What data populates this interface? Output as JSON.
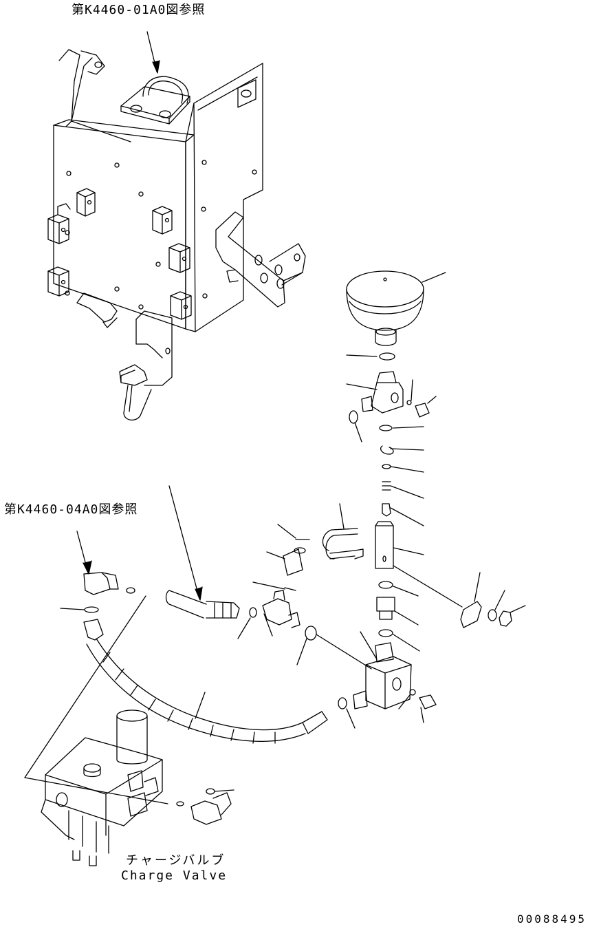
{
  "references": {
    "upper": "第K4460-01A0図参照",
    "lower": "第K4460-04A0図参照"
  },
  "component": {
    "name_jp": "チャージバルブ",
    "name_en": "Charge Valve"
  },
  "drawing_number": "00088495"
}
